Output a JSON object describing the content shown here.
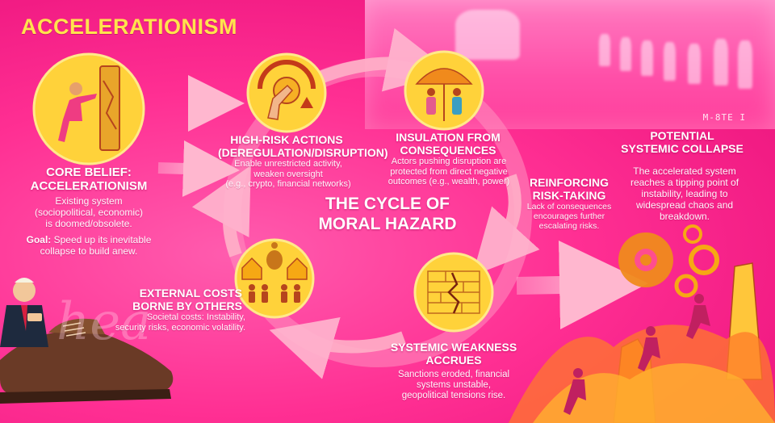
{
  "title": "ACCELERATIONISM",
  "center_title": [
    "THE CYCLE OF",
    "MORAL HAZARD"
  ],
  "photo_stamp": "M-8TE I",
  "core_belief": {
    "heading": [
      "CORE BELIEF:",
      "ACCELERATIONISM"
    ],
    "body": [
      "Existing system",
      "(sociopolitical, economic)",
      "is doomed/obsolete."
    ],
    "goal_label": "Goal:",
    "goal_text": " Speed up its inevitable",
    "goal_text2": "collapse to build anew."
  },
  "high_risk": {
    "heading": [
      "HIGH-RISK ACTIONS",
      "(DEREGULATION/DISRUPTION)"
    ],
    "body": [
      "Enable unrestricted activity,",
      "weaken oversight",
      "(e.g., crypto, financial networks)"
    ]
  },
  "insulation": {
    "heading": [
      "INSULATION FROM",
      "CONSEQUENCES"
    ],
    "body": [
      "Actors pushing disruption are",
      "protected from direct negative",
      "outcomes (e.g., wealth, power)"
    ]
  },
  "reinforcing": {
    "heading": [
      "REINFORCING",
      "RISK-TAKING"
    ],
    "body": [
      "Lack of consequences",
      "encourages further",
      "escalating risks."
    ]
  },
  "collapse": {
    "heading": [
      "POTENTIAL",
      "SYSTEMIC COLLAPSE"
    ],
    "body": [
      "The accelerated system",
      "reaches a tipping point of",
      "instability, leading to",
      "widespread chaos and",
      "breakdown."
    ]
  },
  "weakness": {
    "heading": [
      "SYSTEMIC WEAKNESS",
      "ACCRUES"
    ],
    "body": [
      "Sanctions eroded, financial",
      "systems unstable,",
      "geopolitical tensions rise."
    ]
  },
  "external": {
    "heading": [
      "EXTERNAL COSTS",
      "BORNE BY OTHERS"
    ],
    "body": [
      "Societal costs: Instability,",
      "security risks, economic volatility."
    ]
  },
  "icons": {
    "core_belief": "person-pushing-pillar-icon",
    "high_risk": "hand-turning-dial-icon",
    "insulation": "umbrella-family-icon",
    "weakness": "cracked-wall-icon",
    "external": "community-money-bag-icon",
    "collapse": "gears-and-broken-pillars-icon"
  },
  "colors": {
    "background": "#ff2f93",
    "accent_yellow": "#ffe34d",
    "icon_fill": "#ffc928",
    "arrow": "#ffb0c8",
    "text": "#ffffff"
  }
}
